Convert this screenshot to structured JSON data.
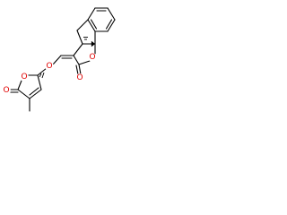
{
  "structure": {
    "atoms": [
      {
        "id": "o_lactone_ring_top",
        "label": "O",
        "color": "#e00000"
      },
      {
        "id": "o_carbonyl_top",
        "label": "O",
        "color": "#e00000"
      },
      {
        "id": "o_enol_ether",
        "label": "O",
        "color": "#e00000"
      },
      {
        "id": "o_lactone_ring_bottom",
        "label": "O",
        "color": "#e00000"
      },
      {
        "id": "o_carbonyl_bottom",
        "label": "O",
        "color": "#e00000"
      }
    ]
  }
}
